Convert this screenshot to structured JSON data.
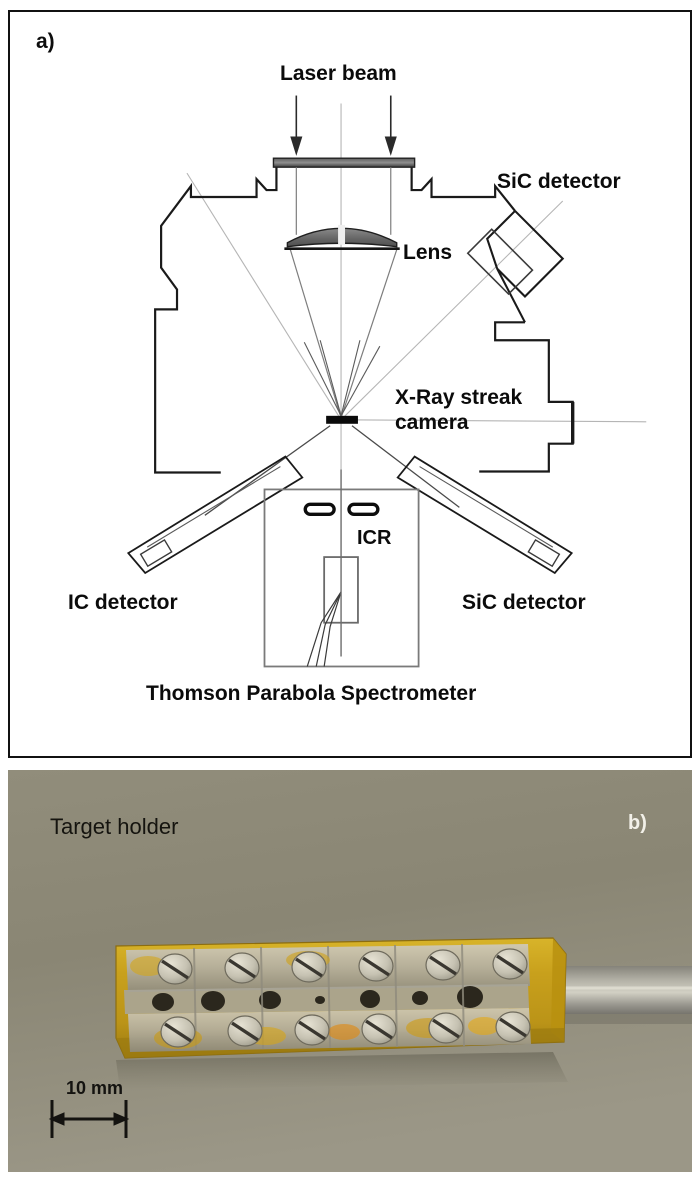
{
  "figure": {
    "panel_a_letter": "a)",
    "panel_b_letter": "b)"
  },
  "schematic": {
    "labels": {
      "laser_beam": "Laser beam",
      "lens": "Lens",
      "sic_detector_top": "SiC detector",
      "xray_streak_camera": "X-Ray streak camera",
      "ic_detector": "IC detector",
      "sic_detector_bottom": "SiC detector",
      "icr": "ICR",
      "thomson_parabola_spectrometer": "Thomson Parabola Spectrometer"
    },
    "icons": {
      "laser_arrow_left": "down-arrow-icon",
      "laser_arrow_right": "down-arrow-icon",
      "lens": "lens-icon",
      "target": "target-icon",
      "window_flange": "window-flange-icon",
      "chamber": "vacuum-chamber-icon",
      "magnet_pole_left": "magnet-pole-icon",
      "magnet_pole_right": "magnet-pole-icon",
      "detector_chip": "detector-chip-icon",
      "parabola_traces": "parabola-traces-icon"
    },
    "colors": {
      "border": "#111111",
      "line": "#1a1a1a",
      "line_light": "#9a9a9a",
      "lens_fill": "#6f6f6f",
      "background": "#ffffff"
    }
  },
  "photo": {
    "labels": {
      "target_holder": "Target holder",
      "scale_bar": "10 mm"
    },
    "icons": {
      "scale_bar": "scale-bar-icon",
      "target_holder": "target-holder-icon",
      "mounting_rod": "mounting-rod-icon"
    },
    "colors": {
      "background": "#8b8775",
      "holder_body": "#c9a520",
      "holder_shadow": "#7d6a12",
      "clamp_metal": "#b9b6aa",
      "screw": "#d8d4c6",
      "rod": "#9b998f",
      "scale_text": "#141310",
      "panel_letter": "#f2f0e8"
    },
    "screws": {
      "top_row_count": 6,
      "bottom_row_count": 6
    }
  }
}
